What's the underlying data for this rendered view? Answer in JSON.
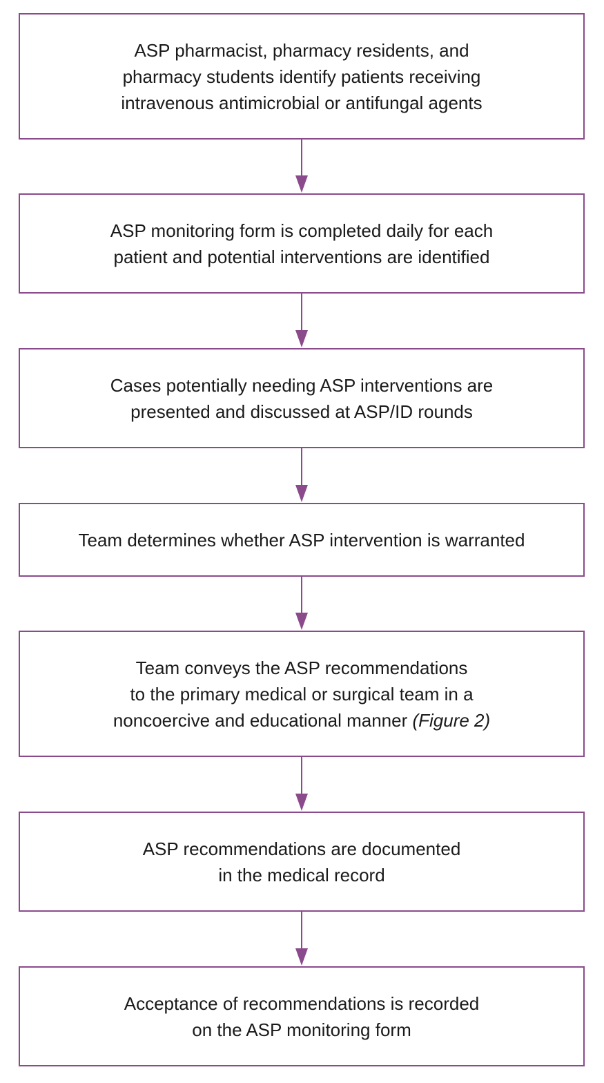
{
  "colors": {
    "box_border": "#8b4a8c",
    "arrow": "#8b4a8c",
    "text": "#1a1a1a",
    "background": "#ffffff"
  },
  "steps": [
    {
      "lines": [
        "ASP pharmacist, pharmacy residents, and",
        "pharmacy students identify patients receiving",
        "intravenous antimicrobial or antifungal agents"
      ]
    },
    {
      "lines": [
        "ASP monitoring form is completed daily for each",
        "patient and potential interventions are identified"
      ]
    },
    {
      "lines": [
        "Cases potentially needing ASP interventions are",
        "presented and discussed at ASP/ID rounds"
      ]
    },
    {
      "lines": [
        "Team determines whether ASP intervention is warranted"
      ]
    },
    {
      "lines": [
        "Team conveys the ASP recommendations",
        "to the primary medical or surgical team in a",
        "noncoercive and educational manner"
      ],
      "figure_ref": "(Figure 2)"
    },
    {
      "lines": [
        "ASP recommendations are documented",
        "in the medical record"
      ]
    },
    {
      "lines": [
        "Acceptance of recommendations is recorded",
        "on the ASP monitoring form"
      ]
    }
  ]
}
